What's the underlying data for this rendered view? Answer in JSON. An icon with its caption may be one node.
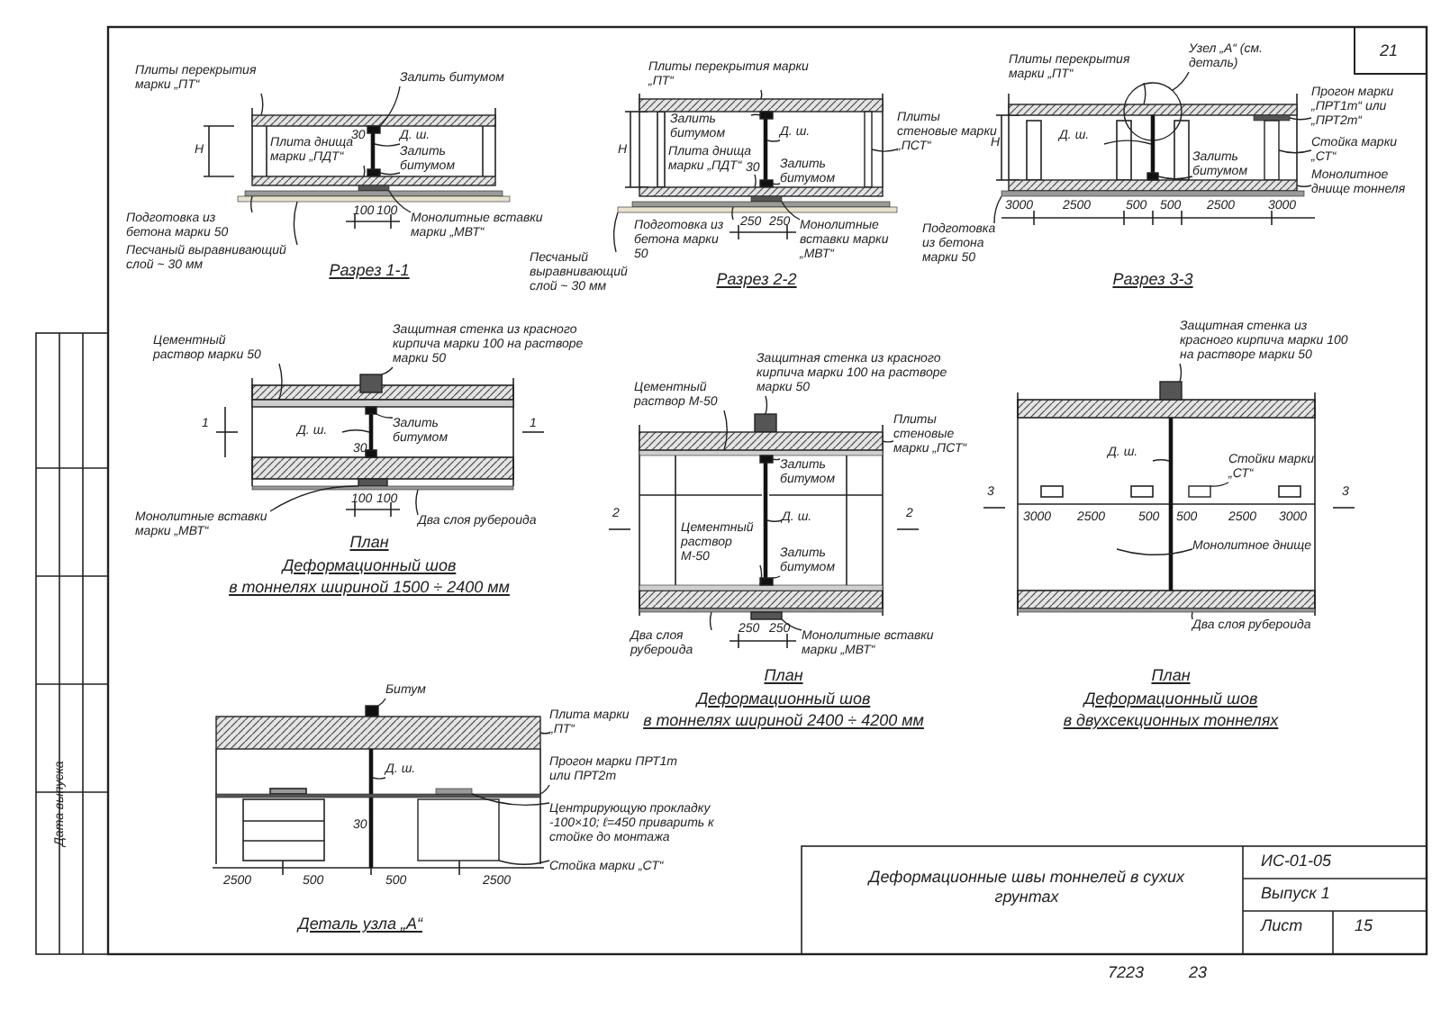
{
  "diagram": {
    "nodes": [
      {
        "text": [
          "Плиты перекрытия марки „ПТ“"
        ]
      },
      {
        "text": [
          "Залить битумом"
        ]
      },
      {
        "text": [
          "Д. ш."
        ]
      },
      {
        "text": [
          "Плита днища марки „ПДТ“"
        ]
      },
      {
        "text": [
          "Залить битумом"
        ]
      },
      {
        "text": [
          "Подготовка из бетона марки 50"
        ]
      },
      {
        "text": [
          "Песчаный выравнивающий слой ~ 30 мм"
        ]
      },
      {
        "text": [
          "Монолитные вставки марки „МВТ“"
        ]
      },
      {
        "text": [
          "Плиты перекрытия марки „ПТ“"
        ]
      },
      {
        "text": [
          "Залить битумом"
        ]
      },
      {
        "text": [
          "Д. ш."
        ]
      },
      {
        "text": [
          "Плита днища марки „ПДТ“"
        ]
      },
      {
        "text": [
          "Залить битумом"
        ]
      },
      {
        "text": [
          "Плиты стеновые марки „ПСТ“"
        ]
      },
      {
        "text": [
          "Подготовка из бетона марки 50"
        ]
      },
      {
        "text": [
          "Песчаный выравнивающий слой ~ 30 мм"
        ]
      },
      {
        "text": [
          "Монолитные вставки марки „МВТ“"
        ]
      },
      {
        "text": [
          "Плиты перекрытия марки „ПТ“"
        ]
      },
      {
        "text": [
          "Узел „А“ (см. деталь)"
        ]
      },
      {
        "text": [
          "Прогон марки „ПРТ1т“ или „ПРТ2т“"
        ]
      },
      {
        "text": [
          "Стойка марки „СТ“"
        ]
      },
      {
        "text": [
          "Монолитное днище тоннеля"
        ]
      },
      {
        "text": [
          "Д. ш."
        ]
      },
      {
        "text": [
          "Залить битумом"
        ]
      },
      {
        "text": [
          "Подготовка из бетона марки 50"
        ]
      },
      {
        "text": [
          "Цементный раствор марки 50"
        ]
      },
      {
        "text": [
          "Защитная стенка из красного кирпича марки 100 на растворе марки 50"
        ]
      },
      {
        "text": [
          "Д. ш."
        ]
      },
      {
        "text": [
          "Залить битумом"
        ]
      },
      {
        "text": [
          "Монолитные вставки марки „МВТ“"
        ]
      },
      {
        "text": [
          "Два слоя рубероида"
        ]
      },
      {
        "text": [
          "Цементный раствор М-50"
        ]
      },
      {
        "text": [
          "Защитная стенка из красного кирпича марки 100 на растворе марки 50"
        ]
      },
      {
        "text": [
          "Плиты стеновые марки „ПСТ“"
        ]
      },
      {
        "text": [
          "Залить битумом"
        ]
      },
      {
        "text": [
          "Д. ш."
        ]
      },
      {
        "text": [
          "Цементный раствор М-50"
        ]
      },
      {
        "text": [
          "Залить битумом"
        ]
      },
      {
        "text": [
          "Два слоя рубероида"
        ]
      },
      {
        "text": [
          "Монолитные вставки марки „МВТ“"
        ]
      },
      {
        "text": [
          "Защитная стенка из красного кирпича марки 100 на растворе марки 50"
        ]
      },
      {
        "text": [
          "Д. ш."
        ]
      },
      {
        "text": [
          "Стойки марки „СТ“"
        ]
      },
      {
        "text": [
          "Монолитное днище"
        ]
      },
      {
        "text": [
          "Два слоя рубероида"
        ]
      },
      {
        "text": [
          "Битум"
        ]
      },
      {
        "text": [
          "Плита марки „ПТ“"
        ]
      },
      {
        "text": [
          "Д. ш."
        ]
      },
      {
        "text": [
          "Прогон марки ПРТ1т или ПРТ2т"
        ]
      },
      {
        "text": [
          "Центрирующую прокладку -100×10; ℓ=450 приварить к стойке до монтажа"
        ]
      },
      {
        "text": [
          "Стойка марки „СТ“"
        ]
      },
      {
        "text": [],
        "shape": "bar"
      },
      {
        "text": [],
        "shape": "box"
      },
      {
        "text": [],
        "shape": "bar"
      },
      {
        "text": [],
        "shape": "box"
      },
      {
        "text": [],
        "shape": "bar"
      },
      {
        "text": [],
        "shape": "box"
      },
      {
        "text": [],
        "shape": "bar"
      },
      {
        "text": [],
        "shape": "bar"
      },
      {
        "text": [],
        "shape": "bar"
      },
      {
        "text": [],
        "shape": "box"
      },
      {
        "text": [],
        "shape": "bar"
      },
      {
        "text": [],
        "shape": "box"
      },
      {
        "text": [],
        "shape": "bar"
      },
      {
        "text": [],
        "shape": "bar"
      },
      {
        "text": [],
        "shape": "box"
      },
      {
        "text": [],
        "shape": "bar"
      },
      {
        "text": [],
        "shape": "bar"
      },
      {
        "text": [],
        "shape": "bar"
      },
      {
        "text": [],
        "shape": "circle"
      },
      {
        "text": [],
        "shape": "bar"
      },
      {
        "text": [],
        "shape": "box"
      },
      {
        "text": [],
        "shape": "bar"
      },
      {
        "text": [],
        "shape": "bar"
      },
      {
        "text": [],
        "shape": "box"
      },
      {
        "text": [],
        "shape": "bar"
      },
      {
        "text": [],
        "shape": "bar"
      },
      {
        "text": [],
        "shape": "box"
      },
      {
        "text": [],
        "shape": "bar"
      },
      {
        "text": [],
        "shape": "box"
      },
      {
        "text": [],
        "shape": "box"
      },
      {
        "text": [],
        "shape": "bar"
      },
      {
        "text": [],
        "shape": "bar"
      },
      {
        "text": [],
        "shape": "box"
      },
      {
        "text": [],
        "shape": "bar"
      },
      {
        "text": [],
        "shape": "box"
      },
      {
        "text": [],
        "shape": "bar"
      },
      {
        "text": [],
        "shape": "bar"
      },
      {
        "text": [],
        "shape": "box"
      },
      {
        "text": [],
        "shape": "bar"
      },
      {
        "text": [],
        "shape": "box"
      },
      {
        "text": [],
        "shape": "box"
      },
      {
        "text": [],
        "shape": "bar"
      },
      {
        "text": [],
        "shape": "box"
      },
      {
        "text": [],
        "shape": "bar"
      },
      {
        "text": [],
        "shape": "box"
      },
      {
        "text": [],
        "shape": "bar"
      },
      {
        "text": [],
        "shape": "bar"
      },
      {
        "text": [],
        "shape": "bar"
      },
      {
        "text": [],
        "shape": "box"
      },
      {
        "text": [],
        "shape": "box"
      }
    ],
    "edges": [
      {
        "from": 0,
        "to": 51,
        "arrow": "none"
      },
      {
        "from": 1,
        "to": 52,
        "arrow": "none"
      },
      {
        "from": 2,
        "to": 53,
        "arrow": "none"
      },
      {
        "from": 3,
        "to": 55,
        "arrow": "none"
      },
      {
        "from": 4,
        "to": 54,
        "arrow": "none"
      },
      {
        "from": 5,
        "to": 57,
        "arrow": "none"
      },
      {
        "from": 6,
        "to": 58,
        "arrow": "none"
      },
      {
        "from": 7,
        "to": 56,
        "arrow": "none"
      },
      {
        "from": 8,
        "to": 59,
        "arrow": "none"
      },
      {
        "from": 9,
        "to": 60,
        "arrow": "none"
      },
      {
        "from": 10,
        "to": 61,
        "arrow": "none"
      },
      {
        "from": 11,
        "to": 64,
        "arrow": "none"
      },
      {
        "from": 12,
        "to": 62,
        "arrow": "none"
      },
      {
        "from": 13,
        "to": 63,
        "arrow": "none"
      },
      {
        "from": 14,
        "to": 66,
        "arrow": "none"
      },
      {
        "from": 15,
        "to": 67,
        "arrow": "none"
      },
      {
        "from": 16,
        "to": 65,
        "arrow": "none"
      },
      {
        "from": 17,
        "to": 68,
        "arrow": "none"
      },
      {
        "from": 18,
        "to": 69,
        "arrow": "none"
      },
      {
        "from": 19,
        "to": 70,
        "arrow": "none"
      },
      {
        "from": 20,
        "to": 71,
        "arrow": "none"
      },
      {
        "from": 21,
        "to": 72,
        "arrow": "none"
      },
      {
        "from": 22,
        "to": 73,
        "arrow": "none"
      },
      {
        "from": 23,
        "to": 74,
        "arrow": "none"
      },
      {
        "from": 24,
        "to": 75,
        "arrow": "none"
      },
      {
        "from": 25,
        "to": 76,
        "arrow": "none"
      },
      {
        "from": 26,
        "to": 77,
        "arrow": "none"
      },
      {
        "from": 27,
        "to": 78,
        "arrow": "none"
      },
      {
        "from": 28,
        "to": 79,
        "arrow": "none"
      },
      {
        "from": 29,
        "to": 80,
        "arrow": "none"
      },
      {
        "from": 30,
        "to": 81,
        "arrow": "none"
      },
      {
        "from": 31,
        "to": 82,
        "arrow": "none"
      },
      {
        "from": 32,
        "to": 83,
        "arrow": "none"
      },
      {
        "from": 33,
        "to": 84,
        "arrow": "none"
      },
      {
        "from": 34,
        "to": 85,
        "arrow": "none"
      },
      {
        "from": 35,
        "to": 86,
        "arrow": "none"
      },
      {
        "from": 36,
        "to": 87,
        "arrow": "none"
      },
      {
        "from": 37,
        "to": 88,
        "arrow": "none"
      },
      {
        "from": 38,
        "to": 89,
        "arrow": "none"
      },
      {
        "from": 39,
        "to": 90,
        "arrow": "none"
      },
      {
        "from": 40,
        "to": 91,
        "arrow": "none"
      },
      {
        "from": 41,
        "to": 92,
        "arrow": "none"
      },
      {
        "from": 42,
        "to": 93,
        "arrow": "none"
      },
      {
        "from": 43,
        "to": null,
        "arrow": "none"
      },
      {
        "from": 44,
        "to": 94,
        "arrow": "none"
      },
      {
        "from": 45,
        "to": 95,
        "arrow": "none"
      },
      {
        "from": 46,
        "to": 96,
        "arrow": "none"
      },
      {
        "from": 47,
        "to": 97,
        "arrow": "none"
      },
      {
        "from": 48,
        "to": 98,
        "arrow": "none"
      },
      {
        "from": 49,
        "to": 99,
        "arrow": "none"
      },
      {
        "from": 50,
        "to": 100,
        "arrow": "none"
      }
    ],
    "labels": [
      "H",
      "30",
      "100",
      "100",
      "Разрез 1-1",
      "H",
      "30",
      "250",
      "250",
      "Разрез 2-2",
      "21",
      "H",
      "3000",
      "2500",
      "500",
      "500",
      "2500",
      "3000",
      "Разрез 3-3",
      "1",
      "1",
      "30",
      "100",
      "100",
      "План",
      "Деформационный шов",
      "в тоннелях шириной 1500 ÷ 2400 мм",
      "2",
      "2",
      "250",
      "250",
      "План",
      "Деформационный шов",
      "в тоннелях шириной 2400 ÷ 4200 мм",
      "3",
      "3",
      "3000",
      "2500",
      "500",
      "500",
      "2500",
      "3000",
      "План",
      "Деформационный шов",
      "в двухсекционных тоннелях",
      "30",
      "2500",
      "500",
      "500",
      "2500",
      "Деталь узла „А“",
      "Деформационные швы тоннелей в сухих грунтах",
      "ИС-01-05",
      "Выпуск 1",
      "Лист",
      "15",
      "7223",
      "23",
      "Дата выпуска"
    ]
  }
}
